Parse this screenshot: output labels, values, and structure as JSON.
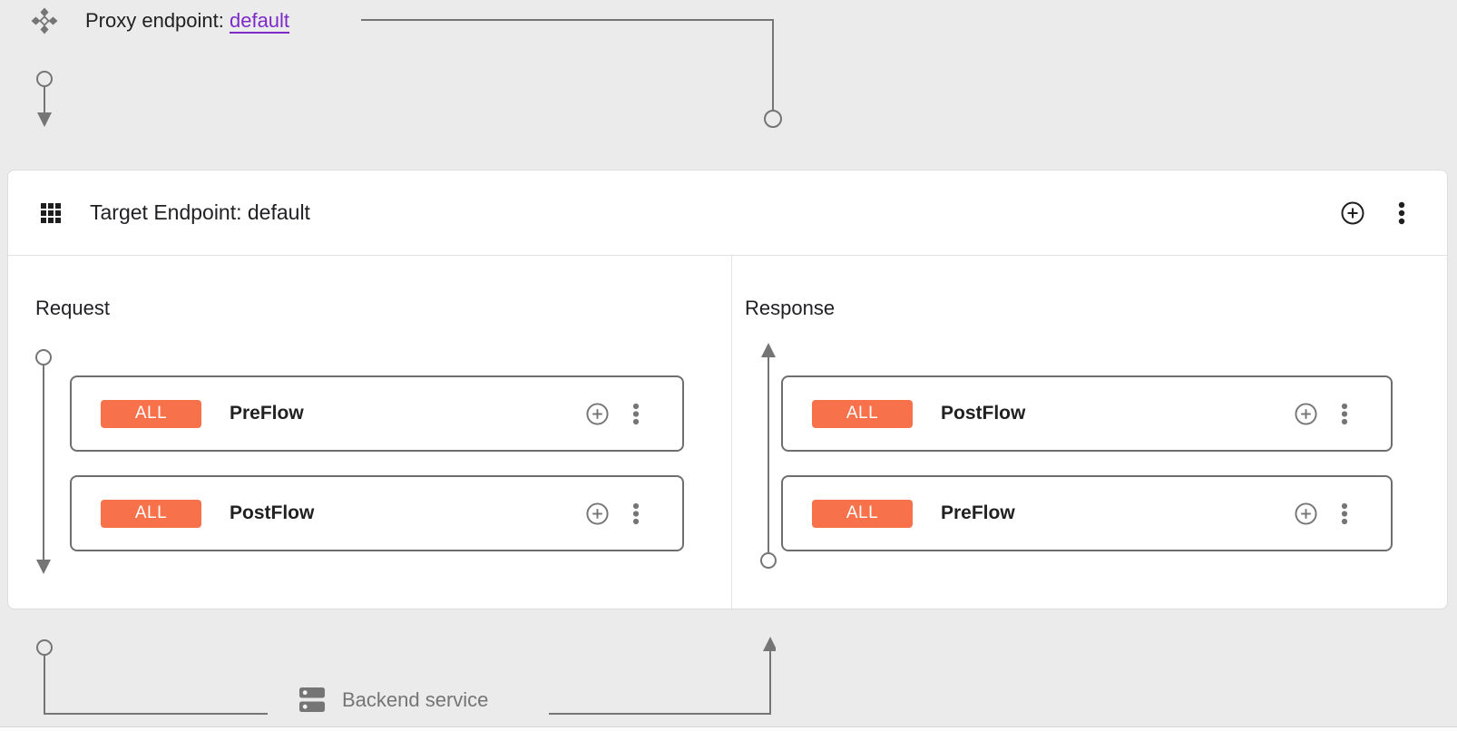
{
  "colors": {
    "background": "#ebebeb",
    "card_background": "#ffffff",
    "card_border": "#dcdcdc",
    "divider": "#e3e3e3",
    "connector_gray": "#757575",
    "flow_box_border": "#6e6e6e",
    "badge_background": "#f7714b",
    "badge_text": "#ffffff",
    "link_purple": "#7d2ac9",
    "text_primary": "#212121",
    "text_secondary": "#757575"
  },
  "proxy_endpoint": {
    "icon": "proxy-endpoint-icon",
    "label": "Proxy endpoint: ",
    "link_text": "default"
  },
  "target_endpoint": {
    "icon": "apps-grid-icon",
    "title": "Target Endpoint: default",
    "header_actions": {
      "add_icon": "add-circle-icon",
      "menu_icon": "kebab-menu-icon"
    },
    "request": {
      "label": "Request",
      "flows": [
        {
          "badge": "ALL",
          "name": "PreFlow"
        },
        {
          "badge": "ALL",
          "name": "PostFlow"
        }
      ]
    },
    "response": {
      "label": "Response",
      "flows": [
        {
          "badge": "ALL",
          "name": "PostFlow"
        },
        {
          "badge": "ALL",
          "name": "PreFlow"
        }
      ]
    }
  },
  "backend": {
    "icon": "backend-service-icon",
    "label": "Backend service"
  }
}
